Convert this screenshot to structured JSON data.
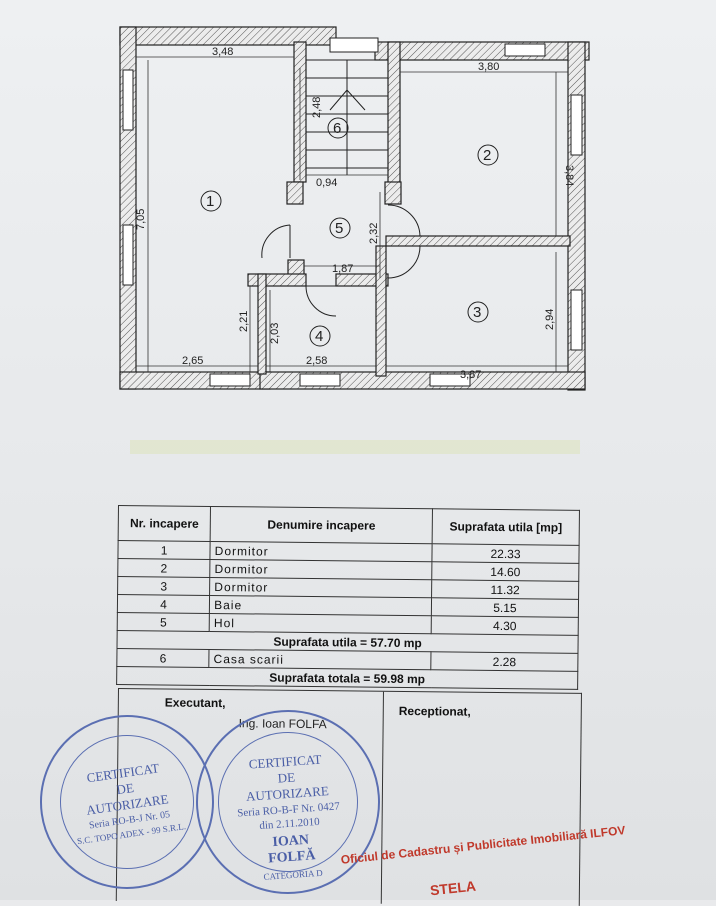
{
  "plan": {
    "dimensions": {
      "d1_top": "3,48",
      "d2_top": "3,80",
      "d1_left": "7,05",
      "stair_h": "2,48",
      "stair_w": "0,94",
      "d2_right": "3,84",
      "hall_h": "2,32",
      "hall_w": "1,87",
      "d1_bottom": "2,65",
      "bath_left_outer": "2,21",
      "bath_left_inner": "2,03",
      "bath_bottom": "2,58",
      "d3_right": "2,94",
      "d3_bottom": "3,87"
    },
    "room_numbers": [
      "1",
      "2",
      "3",
      "4",
      "5",
      "6"
    ]
  },
  "table": {
    "headers": {
      "nr": "Nr. incapere",
      "name": "Denumire incapere",
      "area": "Suprafata utila [mp]"
    },
    "rows": [
      {
        "nr": "1",
        "name": "Dormitor",
        "area": "22.33"
      },
      {
        "nr": "2",
        "name": "Dormitor",
        "area": "14.60"
      },
      {
        "nr": "3",
        "name": "Dormitor",
        "area": "11.32"
      },
      {
        "nr": "4",
        "name": "Baie",
        "area": "5.15"
      },
      {
        "nr": "5",
        "name": "Hol",
        "area": "4.30"
      }
    ],
    "useful_total": "Suprafata utila = 57.70 mp",
    "extra_row": {
      "nr": "6",
      "name": "Casa scarii",
      "area": "2.28"
    },
    "grand_total": "Suprafata totala = 59.98 mp"
  },
  "signatures": {
    "executant_label": "Executant,",
    "executant_name": "Ing. Ioan FOLFA",
    "receptionat_label": "Receptionat,"
  },
  "stamps": {
    "left": {
      "line1": "CERTIFICAT",
      "line2": "DE",
      "line3": "AUTORIZARE",
      "line4": "Seria RO-B-J Nr. 05",
      "line5": "S.C. TOPO ADEX - 99 S.R.L."
    },
    "right": {
      "line1": "CERTIFICAT",
      "line2": "DE",
      "line3": "AUTORIZARE",
      "line4": "Seria RO-B-F Nr. 0427",
      "line5": "din 2.11.2010",
      "line6": "IOAN",
      "line7": "FOLFĂ",
      "line8": "CATEGORIA D"
    }
  },
  "office_stamp": {
    "text": "Oficiul de Cadastru și Publicitate Imobiliară ILFOV",
    "name": "STELA"
  }
}
